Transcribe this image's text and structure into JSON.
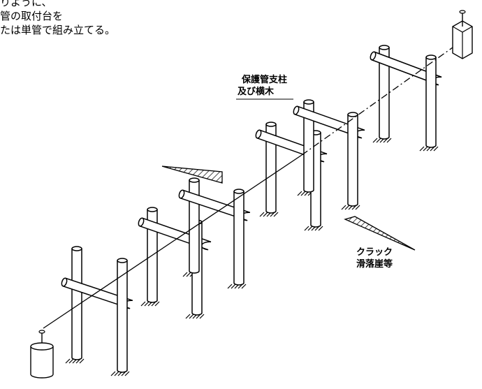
{
  "notes": {
    "line1": "りように、",
    "line2": "管の取付台を",
    "line3": "たは単管で組み立てる。"
  },
  "labels": {
    "support_line1": "保護管支柱",
    "support_line2": "及び横木",
    "crack_line1": "クラック",
    "crack_line2": "滑落崖等"
  },
  "colors": {
    "line": "#000000",
    "background": "#ffffff"
  }
}
